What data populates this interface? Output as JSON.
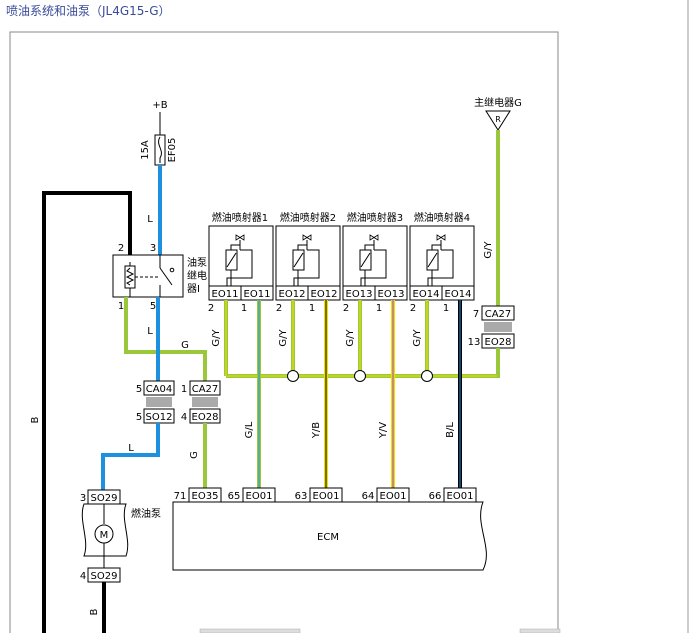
{
  "title": "喷油系统和油泵（JL4G15-G）",
  "power": {
    "label": "+B"
  },
  "fuse": {
    "rating": "15A",
    "id": "EF05"
  },
  "relay": {
    "name_lines": [
      "油泵",
      "继电",
      "器I"
    ],
    "pins": {
      "p2": "2",
      "p3": "3",
      "p1": "1",
      "p5": "5"
    }
  },
  "main_relay": {
    "label": "主继电器G",
    "terminal": "R"
  },
  "injectors": [
    {
      "name": "燃油喷射器1",
      "conn": "EO11",
      "pin_left": "2",
      "pin_right": "1",
      "wire_left": "G/Y",
      "wire_right": "G/L"
    },
    {
      "name": "燃油喷射器2",
      "conn": "EO12",
      "pin_left": "2",
      "pin_right": "1",
      "wire_left": "G/Y",
      "wire_right": "Y/B"
    },
    {
      "name": "燃油喷射器3",
      "conn": "EO13",
      "pin_left": "2",
      "pin_right": "1",
      "wire_left": "G/Y",
      "wire_right": "Y/V"
    },
    {
      "name": "燃油喷射器4",
      "conn": "EO14",
      "pin_left": "2",
      "pin_right": "1",
      "wire_left": "G/Y",
      "wire_right": "B/L"
    }
  ],
  "wires": {
    "L": "L",
    "G": "G",
    "B": "B",
    "GY": "G/Y"
  },
  "connectors": {
    "ca27_top": {
      "pin": "7",
      "name": "CA27"
    },
    "eo28_top": {
      "pin": "13",
      "name": "EO28"
    },
    "ca04": {
      "pin": "5",
      "name": "CA04"
    },
    "ca27_mid": {
      "pin": "1",
      "name": "CA27"
    },
    "so12": {
      "pin": "5",
      "name": "SO12"
    },
    "eo28_mid": {
      "pin": "4",
      "name": "EO28"
    },
    "so29_top": {
      "pin": "3",
      "name": "SO29"
    },
    "so29_bot": {
      "pin": "4",
      "name": "SO29"
    }
  },
  "ecm": {
    "label": "ECM",
    "pins": [
      {
        "pin": "71",
        "conn": "EO35"
      },
      {
        "pin": "65",
        "conn": "EO01"
      },
      {
        "pin": "63",
        "conn": "EO01"
      },
      {
        "pin": "64",
        "conn": "EO01"
      },
      {
        "pin": "66",
        "conn": "EO01"
      }
    ]
  },
  "fuel_pump": {
    "label": "燃油泵",
    "symbol": "M"
  },
  "colors": {
    "blue": "#1e90e0",
    "green": "#9ac83c",
    "yellow": "#f0e000",
    "black": "#000000",
    "frame": "#777777"
  }
}
